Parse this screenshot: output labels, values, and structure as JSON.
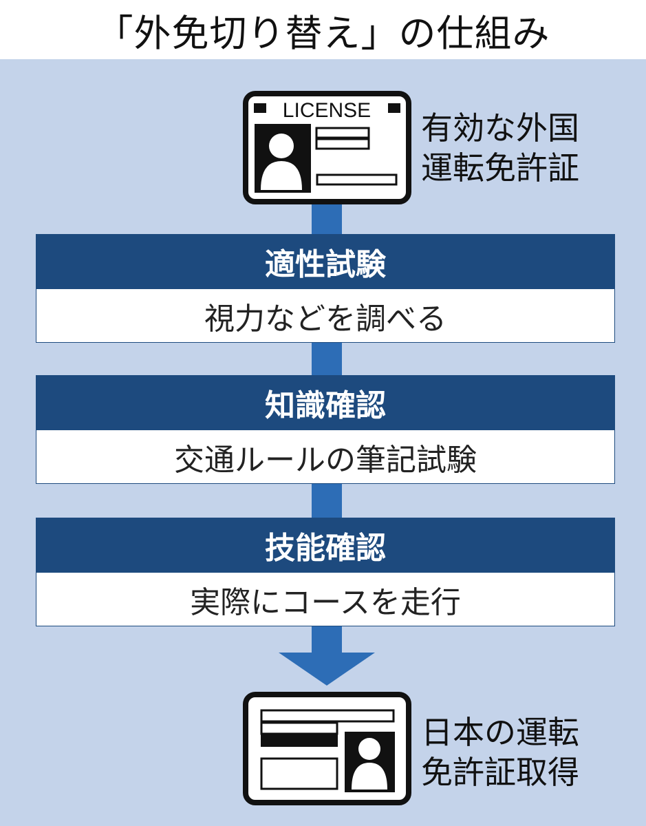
{
  "title": "「外免切り替え」の仕組み",
  "start": {
    "card_label": "LICENSE",
    "caption": "有効な外国\n運転免許証",
    "icon": "license-card-icon"
  },
  "steps": [
    {
      "title": "適性試験",
      "description": "視力などを調べる"
    },
    {
      "title": "知識確認",
      "description": "交通ルールの筆記試験"
    },
    {
      "title": "技能確認",
      "description": "実際にコースを走行"
    }
  ],
  "end": {
    "caption": "日本の運転\n免許証取得",
    "icon": "japanese-license-card-icon"
  },
  "colors": {
    "panel": "#c4d3ea",
    "header": "#1d4a7e",
    "connector": "#2d6db6"
  }
}
